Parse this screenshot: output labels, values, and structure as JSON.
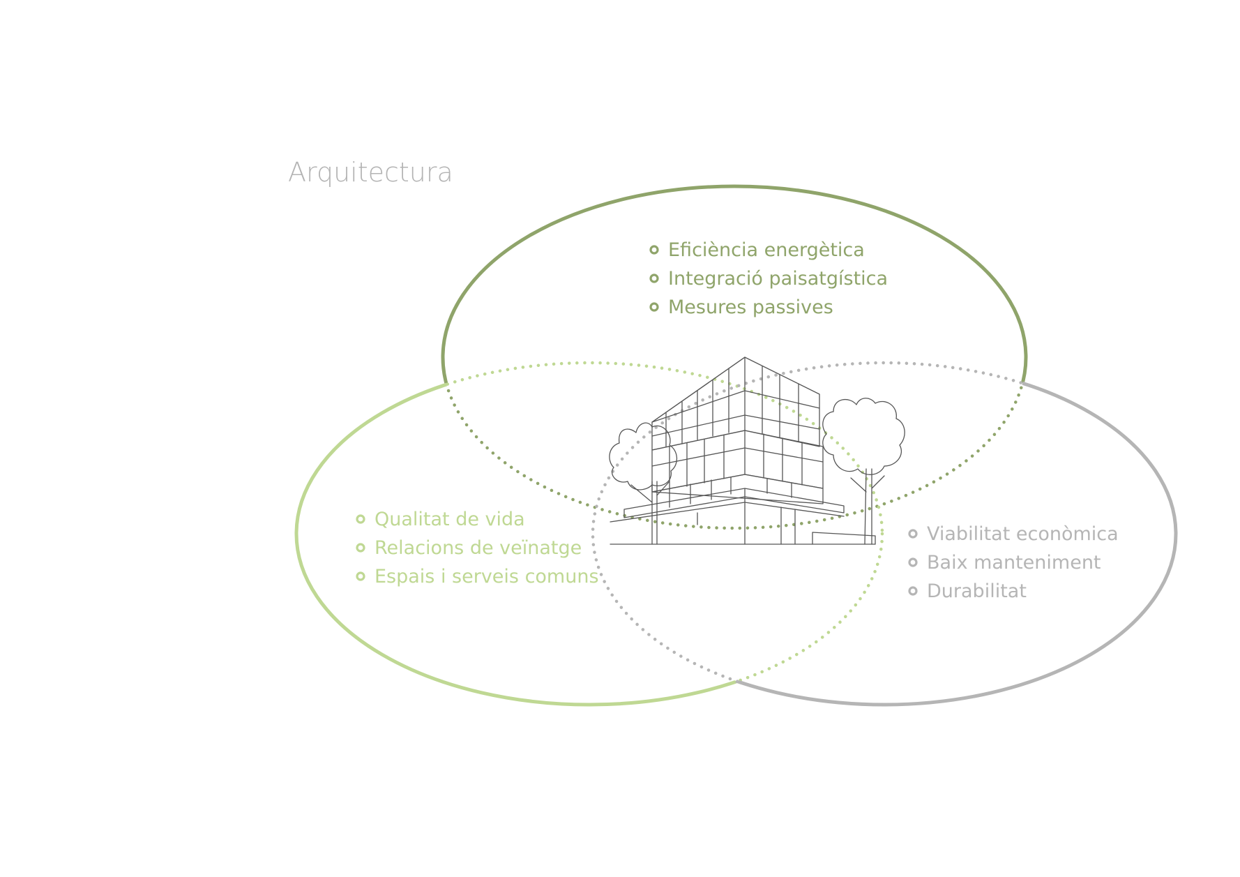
{
  "title": "Arquitectura",
  "colors": {
    "title": "#b3b3b3",
    "dark_green": "#8fa46a",
    "light_green": "#bfd893",
    "gray": "#b5b5b5",
    "building_stroke": "#555555"
  },
  "groups": {
    "environment": {
      "color_key": "dark_green",
      "items": [
        "Eficiència energètica",
        "Integració paisatgística",
        "Mesures passives"
      ]
    },
    "social": {
      "color_key": "light_green",
      "items": [
        "Qualitat de vida",
        "Relacions de veïnatge",
        "Espais i serveis comuns"
      ]
    },
    "economic": {
      "color_key": "gray",
      "items": [
        "Viabilitat econòmica",
        "Baix manteniment",
        "Durabilitat"
      ]
    }
  },
  "icons": {
    "center": "building-with-trees-icon",
    "bullet": "ring-bullet-icon"
  }
}
